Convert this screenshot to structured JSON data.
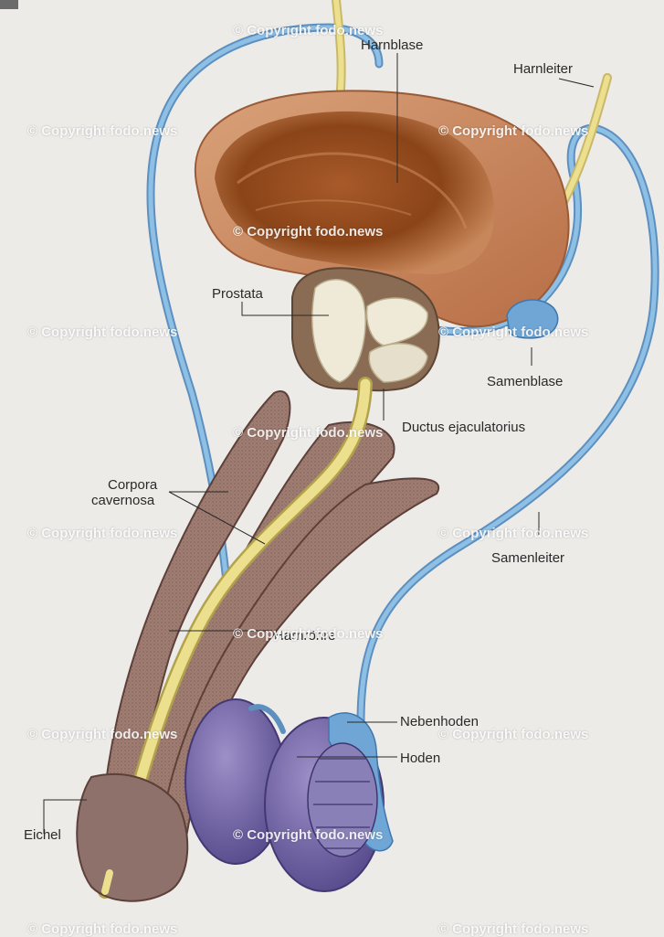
{
  "labels": {
    "harnblase": "Harnblase",
    "harnleiter": "Harnleiter",
    "prostata": "Prostata",
    "samenblase": "Samenblase",
    "ductus": "Ductus ejaculatorius",
    "corpora_line1": "Corpora",
    "corpora_line2": "cavernosa",
    "samenleiter": "Samenleiter",
    "harnroehre": "Harnröhre",
    "nebenhoden": "Nebenhoden",
    "hoden": "Hoden",
    "eichel": "Eichel"
  },
  "watermark": "© Copyright fodo.news",
  "colors": {
    "background": "#ecebe8",
    "bladder": "#c9885e",
    "bladder_inner": "#9a4f22",
    "vas_deferens": "#7db3dd",
    "urethra": "#e6dc8e",
    "corpora": "#8c6a60",
    "testis": "#7a6aa8",
    "prostate": "#efe9d8"
  }
}
